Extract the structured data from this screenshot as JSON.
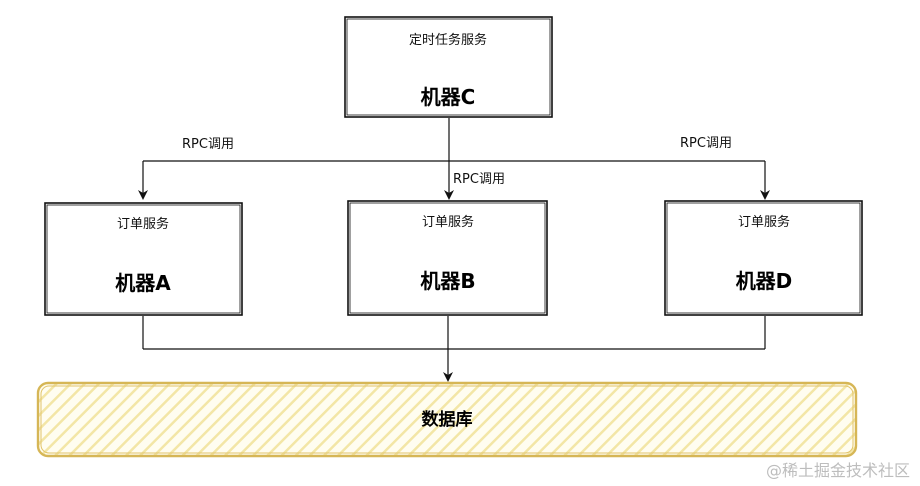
{
  "scheduler": {
    "title": "定时任务服务",
    "name": "机器C"
  },
  "order_services": [
    {
      "title": "订单服务",
      "name": "机器A"
    },
    {
      "title": "订单服务",
      "name": "机器B"
    },
    {
      "title": "订单服务",
      "name": "机器D"
    }
  ],
  "edges": {
    "rpc_left_label": "RPC调用",
    "rpc_middle_label": "RPC调用",
    "rpc_right_label": "RPC调用"
  },
  "database": {
    "label": "数据库",
    "fill_color": "#fbf5d3",
    "stroke_color": "#d6b656"
  },
  "watermark": "@稀土掘金技术社区"
}
